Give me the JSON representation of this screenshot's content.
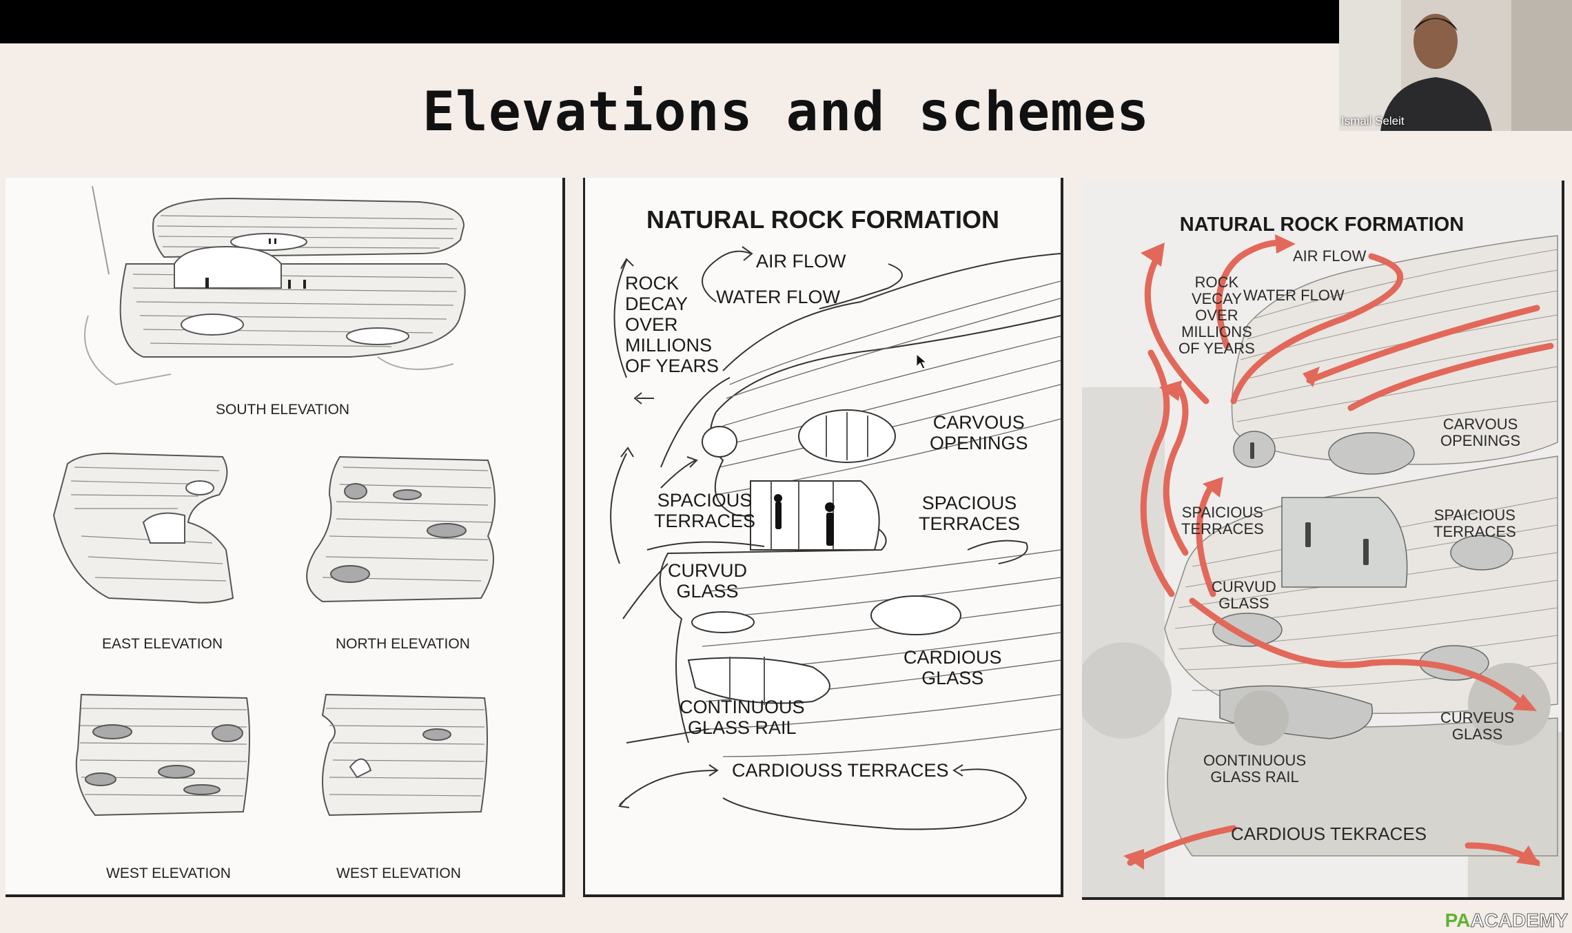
{
  "slide": {
    "title": "Elevations and schemes"
  },
  "video": {
    "participant_name": "Ismail Seleit"
  },
  "panel_elevations": {
    "labels": [
      "SOUTH ELEVATION",
      "EAST ELEVATION",
      "NORTH ELEVATION",
      "WEST ELEVATION",
      "WEST ELEVATION"
    ]
  },
  "panel_sketch": {
    "header": "NATURAL ROCK FORMATION",
    "labels": {
      "air_flow": "AIR FLOW",
      "water_flow": "WATER FLOW",
      "rock_decay": "ROCK\nDECAY\nOVER\nMILLIONS\nOF YEARS",
      "carvous_openings": "CARVOUS\nOPENINGS",
      "spacious_terraces_left": "SPACIOUS\nTERRACES",
      "spacious_terraces_right": "SPACIOUS\nTERRACES",
      "curvud_glass": "CURVUD\nGLASS",
      "cardious_glass": "CARDIOUS\nGLASS",
      "continuous_glass_rail": "CONTINUOUS\nGLASS RAIL",
      "cardiouss_terraces": "CARDIOUSS TERRACES"
    }
  },
  "panel_render": {
    "header": "NATURAL ROCK FORMATION",
    "labels": {
      "air_flow": "AIR FLOW",
      "water_flow": "WATER FLOW",
      "rock_vecay": "ROCK\nVECAY\nOVER\nMILLIONS\nOF YEARS",
      "carvous_openings": "CARVOUS\nOPENINGS",
      "spaicious_terraces_left": "SPAICIOUS\nTERRACES",
      "spaicious_terraces_right": "SPAICIOUS\nTERRACES",
      "curvud_glass": "CURVUD\nGLASS",
      "curveus_glass": "CURVEUS\nGLASS",
      "oontinuous_glass_rail": "OONTINUOUS\nGLASS RAIL",
      "cardious_tekraces": "CARDIOUS TEKRACES"
    },
    "arrow_color": "#e2685a"
  },
  "branding": {
    "logo_pa": "PA",
    "logo_academy": "ACADEMY"
  }
}
